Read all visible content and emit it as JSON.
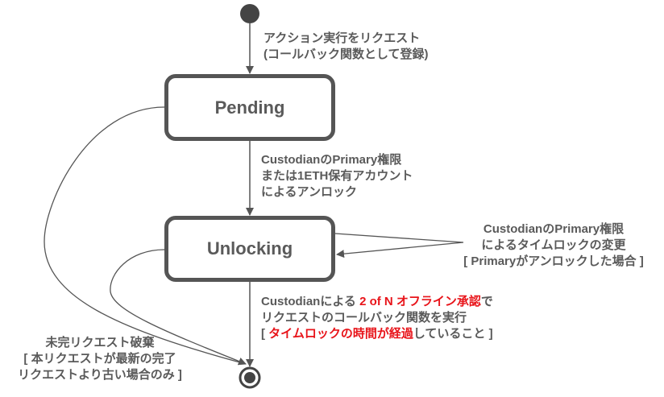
{
  "colors": {
    "line": "#555555",
    "text": "#5a5a5a",
    "highlight": "#e8141a",
    "background": "#ffffff"
  },
  "states": {
    "initial": {
      "name": "initial-state"
    },
    "pending": {
      "label": "Pending"
    },
    "unlocking": {
      "label": "Unlocking"
    },
    "final": {
      "name": "final-state"
    }
  },
  "transitions": {
    "request": {
      "lines": [
        "アクション実行をリクエスト",
        "(コールバック関数として登録)"
      ]
    },
    "unlock": {
      "lines": [
        "CustodianのPrimary権限",
        "または1ETH保有アカウント",
        "によるアンロック"
      ]
    },
    "timelock_change": {
      "lines": [
        "CustodianのPrimary権限",
        "によるタイムロックの変更",
        "[ Primaryがアンロックした場合 ]"
      ]
    },
    "execute": {
      "line1_a": "Custodianによる ",
      "line1_b": "2 of N オフライン承認",
      "line1_c": "で",
      "line2": "リクエストのコールバック関数を実行",
      "line3_a": "[ ",
      "line3_b": "タイムロックの時間が経過",
      "line3_c": "していること ]"
    },
    "discard": {
      "lines": [
        "未完リクエスト破棄",
        "[ 本リクエストが最新の完了",
        "リクエストより古い場合のみ ]"
      ]
    }
  }
}
